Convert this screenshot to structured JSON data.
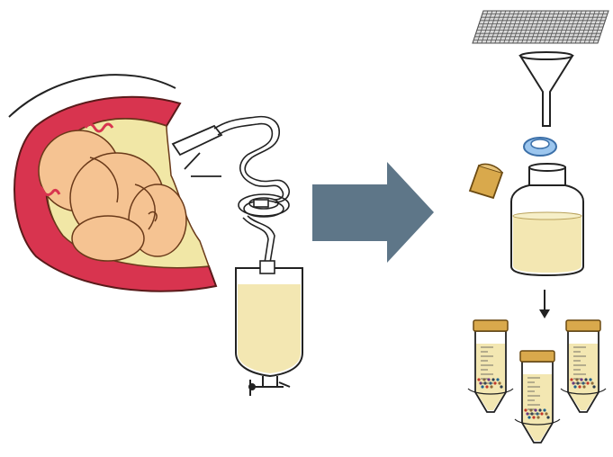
{
  "figure": {
    "panels": [
      {
        "name": "amniotic-fluid-drainage",
        "icon": "fetus-in-uterus-with-catheter-icon"
      },
      {
        "name": "collection-bag",
        "icon": "drainage-bag-icon"
      },
      {
        "name": "processing",
        "icon": "mesh-funnel-bottle-tubes-icon"
      }
    ],
    "arrow_icon": "right-arrow-icon",
    "colors": {
      "uterus_wall": "#d8344f",
      "inner_fluid": "#f1e7a6",
      "skin": "#f5c392",
      "bag_fluid": "#f3e7b2",
      "arrow": "#5e7688",
      "cap": "#d9a94c",
      "filter_ring": "#6fa8dc",
      "outline": "#222222"
    }
  }
}
